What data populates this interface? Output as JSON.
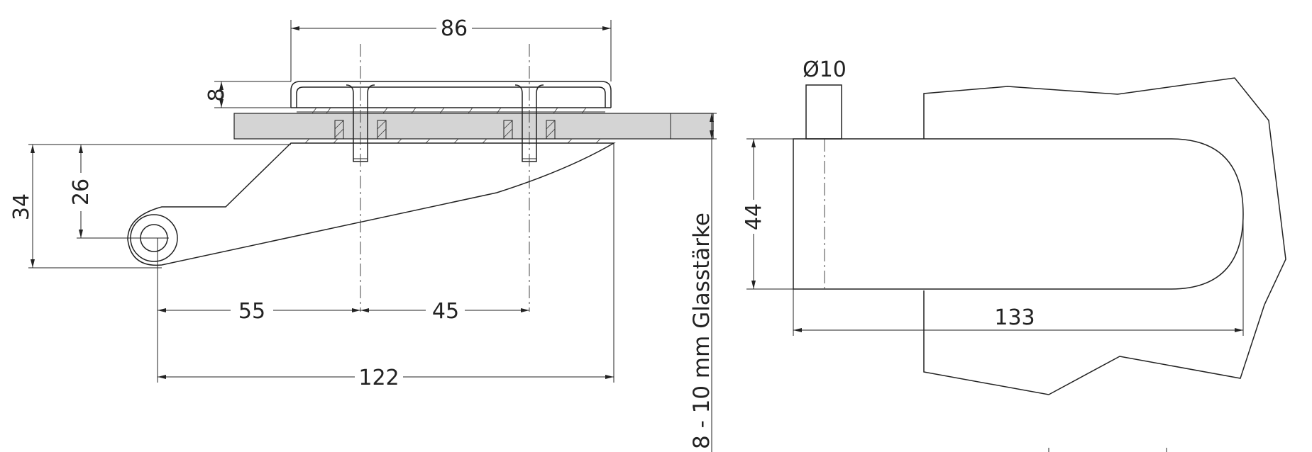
{
  "colors": {
    "line": "#222222",
    "glass": "#d4d4d4",
    "background": "#ffffff"
  },
  "side_view": {
    "dim_width_top": "86",
    "dim_height_8": "8",
    "dim_height_34": "34",
    "dim_height_26": "26",
    "dim_55": "55",
    "dim_45": "45",
    "dim_122": "122",
    "glass_label": "8 - 10 mm Glasstärke"
  },
  "plan_view": {
    "dim_diameter": "Ø10",
    "dim_height_44": "44",
    "dim_length_133": "133"
  }
}
